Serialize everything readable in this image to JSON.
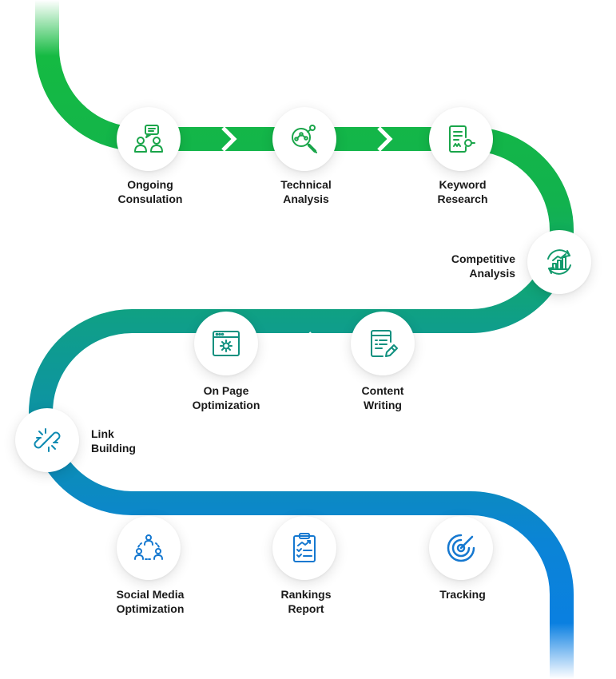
{
  "colors": {
    "green": "#16bd3e",
    "teal": "#0f9e8a",
    "blue": "#0b7fe0",
    "icon_green": "#1aa54a",
    "icon_teal": "#10907f",
    "icon_blue": "#1578d0"
  },
  "steps": [
    {
      "line1": "Ongoing",
      "line2": "Consulation",
      "icon": "consultation-icon"
    },
    {
      "line1": "Technical",
      "line2": "Analysis",
      "icon": "analysis-magnifier-icon"
    },
    {
      "line1": "Keyword",
      "line2": "Research",
      "icon": "keyword-document-icon"
    },
    {
      "line1": "Competitive",
      "line2": "Analysis",
      "icon": "bar-chart-cycle-icon"
    },
    {
      "line1": "Content",
      "line2": "Writing",
      "icon": "content-edit-icon"
    },
    {
      "line1": "On Page",
      "line2": "Optimization",
      "icon": "browser-gear-icon"
    },
    {
      "line1": "Link",
      "line2": "Building",
      "icon": "broken-link-icon"
    },
    {
      "line1": "Social Media",
      "line2": "Optimization",
      "icon": "social-network-icon"
    },
    {
      "line1": "Rankings",
      "line2": "Report",
      "icon": "clipboard-report-icon"
    },
    {
      "line1": "Tracking",
      "line2": "",
      "icon": "target-tracking-icon"
    }
  ]
}
